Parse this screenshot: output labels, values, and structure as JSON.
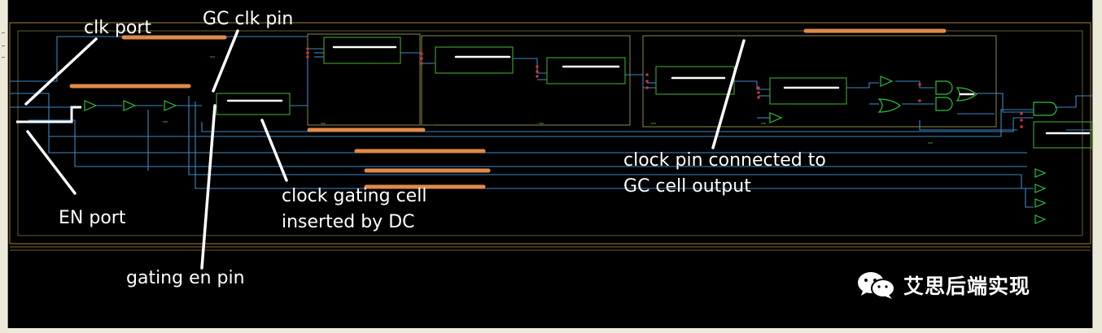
{
  "labels": {
    "clk_port": "clk port",
    "gc_clk_pin": "GC clk pin",
    "en_port": "EN port",
    "gating_en_pin": "gating en pin",
    "clock_gating_cell_line1": "clock gating cell",
    "clock_gating_cell_line2": "inserted by DC",
    "clock_pin_line1": "clock pin connected to",
    "clock_pin_line2": "GC cell output"
  },
  "watermark": {
    "icon": "wechat-icon",
    "text": "艾思后端实现"
  },
  "colors": {
    "background": "#000000",
    "wire": "#3f88c5",
    "cell_outline": "#3c9a2a",
    "buffer": "#2fbf3a",
    "border_frame": "#8a6a2f",
    "hierarchy_box": "#8a8a4a",
    "redaction": "#e08a4a",
    "annotation": "#ffffff"
  }
}
